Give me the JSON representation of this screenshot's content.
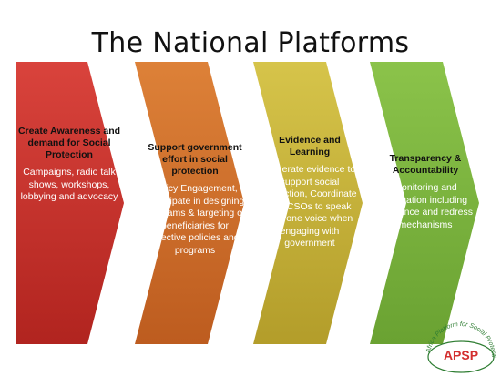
{
  "title": "The National Platforms",
  "steps": [
    {
      "heading": "Create Awareness and demand for Social Protection",
      "body": "Campaigns,  radio talk shows, workshops, lobbying and advocacy",
      "color": "#c8312d"
    },
    {
      "heading": "Support government effort in social protection",
      "body": "Policy Engagement, Participate in designing  programs & targeting of beneficiaries for effective policies and programs",
      "color": "#d2702c"
    },
    {
      "heading": "Evidence and Learning",
      "body": "Generate evidence to support social protection, Coordinate and CSOs to speak with one voice when engaging with government",
      "color": "#c9b33a"
    },
    {
      "heading": "Transparency & Accountability",
      "body": "Monitoring and evaluation including grievance and redress mechanisms",
      "color": "#7cb342"
    }
  ],
  "logo": {
    "acronym": "APSP",
    "arc_text": "Africa Platform for Social Protection",
    "color": "#d32f2f",
    "accent": "#2e7d32"
  }
}
